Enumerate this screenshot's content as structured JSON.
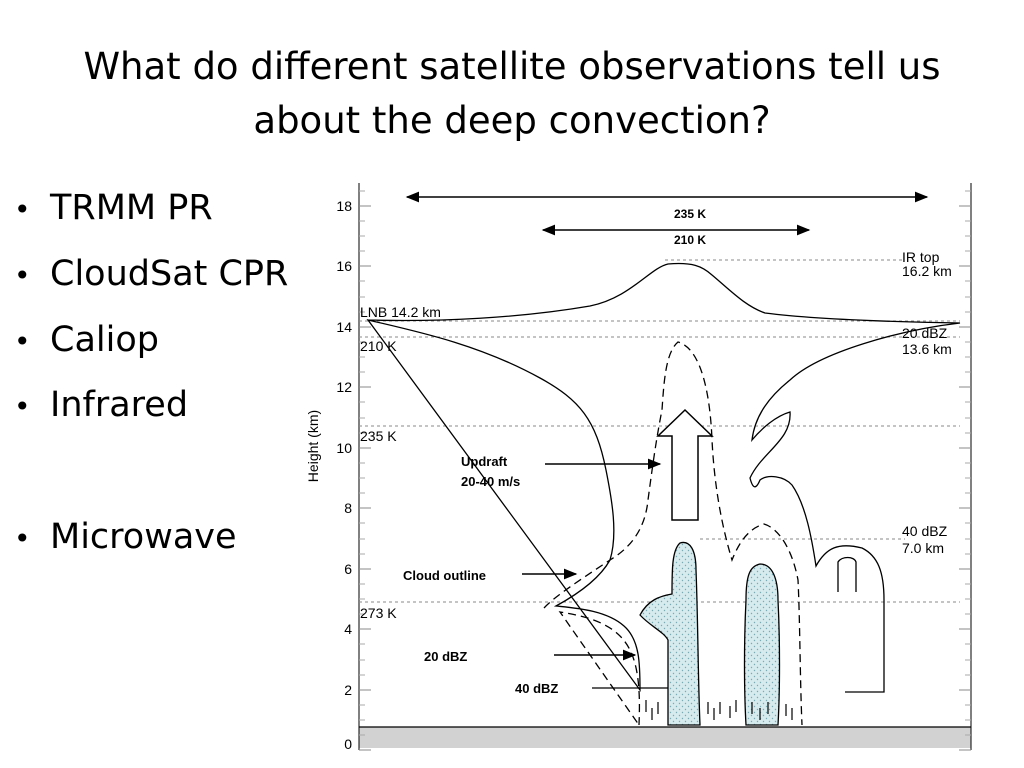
{
  "title_line1": "What do different satellite observations tell us",
  "title_line2": "about the deep convection?",
  "bullets": [
    "TRMM PR",
    "CloudSat CPR",
    "Caliop",
    "Infrared",
    "Microwave"
  ],
  "diagram": {
    "y_axis_label": "Height (km)",
    "y_ticks": [
      "0",
      "2",
      "4",
      "6",
      "8",
      "10",
      "12",
      "14",
      "16",
      "18"
    ],
    "arrow_235": "235 K",
    "arrow_210": "210 K",
    "ir_top": "IR top",
    "ir_top_km": "16.2 km",
    "lnb": "LNB 14.2 km",
    "k210": "210 K",
    "k235": "235 K",
    "k273": "273 K",
    "dbz20_right": "20 dBZ",
    "dbz20_right_km": "13.6 km",
    "dbz40_right": "40 dBZ",
    "dbz40_right_km": "7.0 km",
    "updraft": "Updraft",
    "updraft_speed": "20-40 m/s",
    "cloud_outline": "Cloud outline",
    "dbz20_label": "20 dBZ",
    "dbz40_label": "40 dBZ"
  },
  "colors": {
    "stipple_fill": "#d6ebee",
    "ground": "#d2d2d2",
    "dashed_ref": "#8a8a8a"
  }
}
